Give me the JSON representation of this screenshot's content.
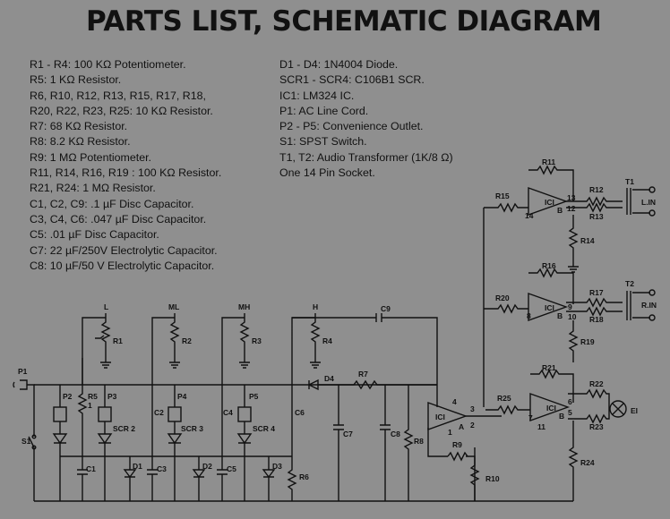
{
  "title": "PARTS LIST, SCHEMATIC DIAGRAM",
  "parts_left": [
    "R1 - R4: 100 KΩ Potentiometer.",
    "R5: 1 KΩ Resistor.",
    "R6, R10, R12, R13, R15, R17, R18,",
    "R20, R22, R23, R25: 10 KΩ Resistor.",
    "R7: 68 KΩ Resistor.",
    "R8: 8.2 KΩ Resistor.",
    "R9: 1 MΩ Potentiometer.",
    "R11, R14,  R16, R19 : 100 KΩ Resistor.",
    "R21, R24: 1 MΩ Resistor.",
    "C1, C2, C9: .1 µF  Disc Capacitor.",
    "C3, C4, C6: .047 µF Disc Capacitor.",
    "C5: .01 µF Disc Capacitor.",
    "C7: 22 µF/250V Electrolytic Capacitor.",
    "C8: 10 µF/50 V Electrolytic Capacitor."
  ],
  "parts_right": [
    "D1 - D4: 1N4004 Diode.",
    "SCR1 - SCR4: C106B1 SCR.",
    "IC1: LM324 IC.",
    "P1: AC Line Cord.",
    "P2 - P5: Convenience Outlet.",
    "S1: SPST Switch.",
    "T1, T2: Audio Transformer (1K/8 Ω)",
    "One 14 Pin Socket."
  ],
  "labels": {
    "pot_taps": [
      "L",
      "ML",
      "MH",
      "H"
    ],
    "pots": [
      "R1",
      "R2",
      "R3",
      "R4"
    ],
    "outlets": [
      "P2",
      "P3",
      "P4",
      "P5"
    ],
    "scrs": [
      "SCR 2",
      "SCR 3",
      "SCR 4"
    ],
    "caps_bottom": [
      "C1",
      "C3",
      "C5"
    ],
    "caps_mid": [
      "C2",
      "C4",
      "C6"
    ],
    "diodes_bottom": [
      "D1",
      "D2",
      "D3"
    ],
    "p1": "P1",
    "s1": "S1",
    "r5": "R5",
    "r5_val": "1",
    "c9": "C9",
    "d4": "D4",
    "r7": "R7",
    "c7": "C7",
    "c8": "C8",
    "r8": "R8",
    "r9": "R9",
    "r10": "R10",
    "r6": "R6",
    "r25": "R25",
    "ic_main": "ICI",
    "ic_main_pins": [
      "4",
      "3",
      "2",
      "1"
    ],
    "ic_main_a": "A",
    "r11": "R11",
    "r12": "R12",
    "r13": "R13",
    "r14": "R14",
    "r15": "R15",
    "r16": "R16",
    "r17": "R17",
    "r18": "R18",
    "r19": "R19",
    "r20": "R20",
    "r21": "R21",
    "r22": "R22",
    "r23": "R23",
    "r24": "R24",
    "t1": "T1",
    "t2": "T2",
    "lin": "L.IN",
    "rin": "R.IN",
    "ei": "EI",
    "ic_b": "ICI",
    "ic_b_pins": [
      "14",
      "13",
      "12"
    ],
    "ic_b_suffix": "B",
    "ic_c": "ICI",
    "ic_c_pins": [
      "8",
      "9",
      "10"
    ],
    "ic_c_suffix": "B",
    "ic_d": "ICI",
    "ic_d_pins": [
      "7",
      "6",
      "5",
      "11"
    ],
    "ic_d_suffix": "B"
  }
}
